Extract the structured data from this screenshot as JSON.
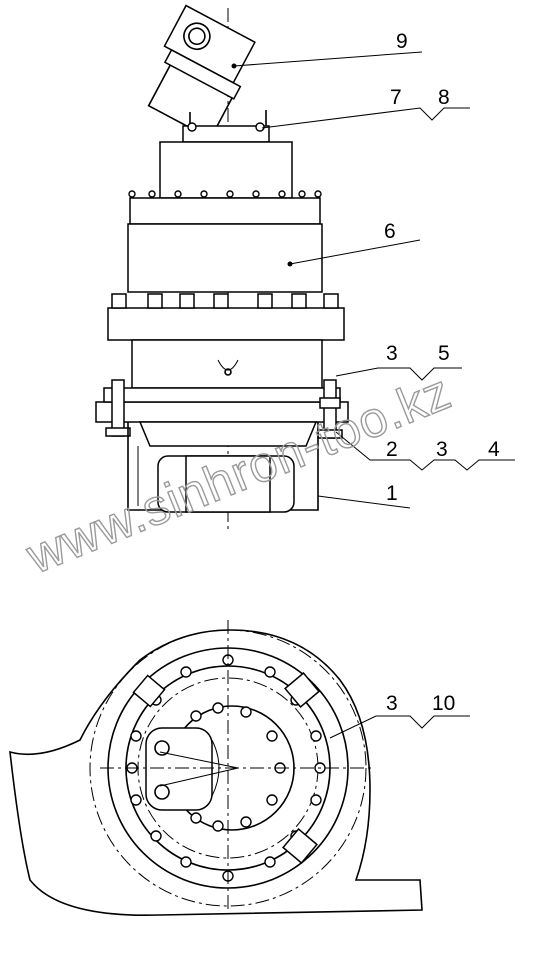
{
  "watermark": {
    "text": "www.sinhron-too.kz"
  },
  "callouts": {
    "c9": "9",
    "c7": "7",
    "c8": "8",
    "c6": "6",
    "c3a": "3",
    "c5": "5",
    "c2": "2",
    "c3b": "3",
    "c4": "4",
    "c1": "1",
    "c3c": "3",
    "c10": "10"
  }
}
